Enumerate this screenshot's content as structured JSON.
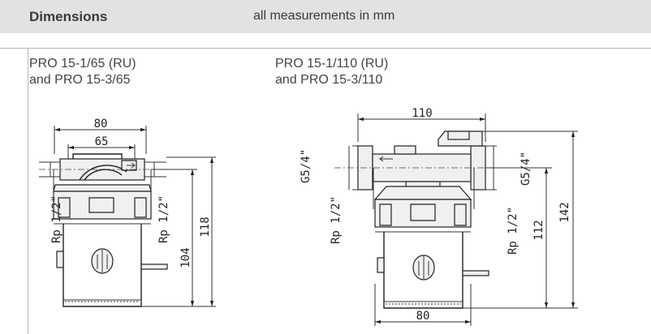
{
  "header": {
    "title": "Dimensions",
    "subtitle": "all measurements in mm",
    "background": "#e1e2e3"
  },
  "left_drawing": {
    "caption_line1": "PRO 15-1/65 (RU)",
    "caption_line2": "and PRO 15-3/65",
    "dim_80": "80",
    "dim_65": "65",
    "dim_rp_left": "Rp 1/2\"",
    "dim_rp_right": "Rp 1/2\"",
    "dim_104": "104",
    "dim_118": "118"
  },
  "right_drawing": {
    "caption_line1": "PRO 15-1/110 (RU)",
    "caption_line2": "and PRO 15-3/110",
    "dim_110": "110",
    "dim_g_left": "G5/4\"",
    "dim_g_right": "G5/4\"",
    "dim_rp_left": "Rp 1/2\"",
    "dim_rp_right": "Rp 1/2\"",
    "dim_112": "112",
    "dim_142": "142",
    "dim_80": "80"
  }
}
